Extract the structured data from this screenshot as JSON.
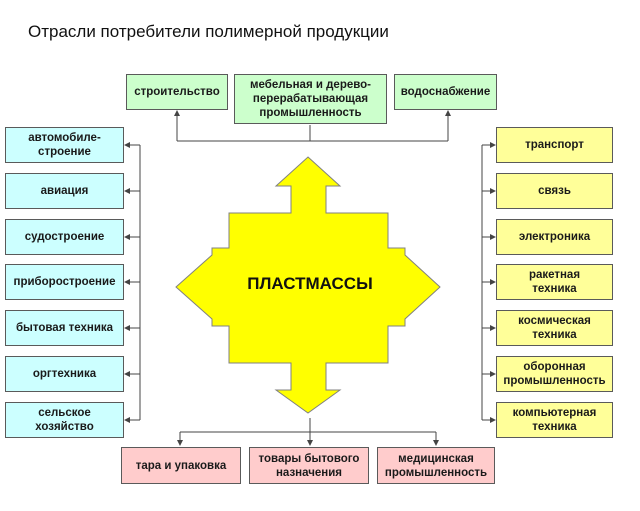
{
  "title": "Отрасли потребители полимерной продукции",
  "center": "ПЛАСТМАССЫ",
  "colors": {
    "arrow_fill": "#ffff00",
    "arrow_stroke": "#808080",
    "top_boxes": "#ccffcc",
    "left_boxes": "#ccffff",
    "right_boxes": "#ffff99",
    "bottom_boxes": "#ffcccc"
  },
  "top": [
    "строительство",
    "мебельная и дерево-\nперерабатывающая\nпромышленность",
    "водоснабжение"
  ],
  "left": [
    "автомобиле-\nстроение",
    "авиация",
    "судостроение",
    "приборостроение",
    "бытовая техника",
    "оргтехника",
    "сельское\nхозяйство"
  ],
  "right": [
    "транспорт",
    "связь",
    "электроника",
    "ракетная\nтехника",
    "космическая\nтехника",
    "оборонная\nпромышленность",
    "компьютерная\nтехника"
  ],
  "bottom": [
    "тара и упаковка",
    "товары бытового\nназначения",
    "медицинская\nпромышленность"
  ]
}
